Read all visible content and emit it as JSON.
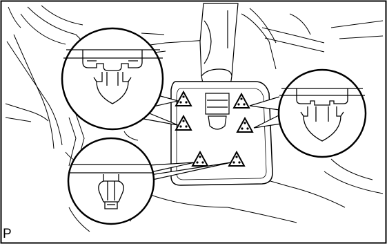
{
  "figure": {
    "label": "P",
    "callouts": [
      {
        "id": "upper-left",
        "fastener": "clip"
      },
      {
        "id": "right",
        "fastener": "clip"
      },
      {
        "id": "lower-left",
        "fastener": "clip"
      }
    ],
    "marker_icon": "triangle-with-dots",
    "colors": {
      "line": "#000000",
      "background": "#ffffff"
    }
  }
}
